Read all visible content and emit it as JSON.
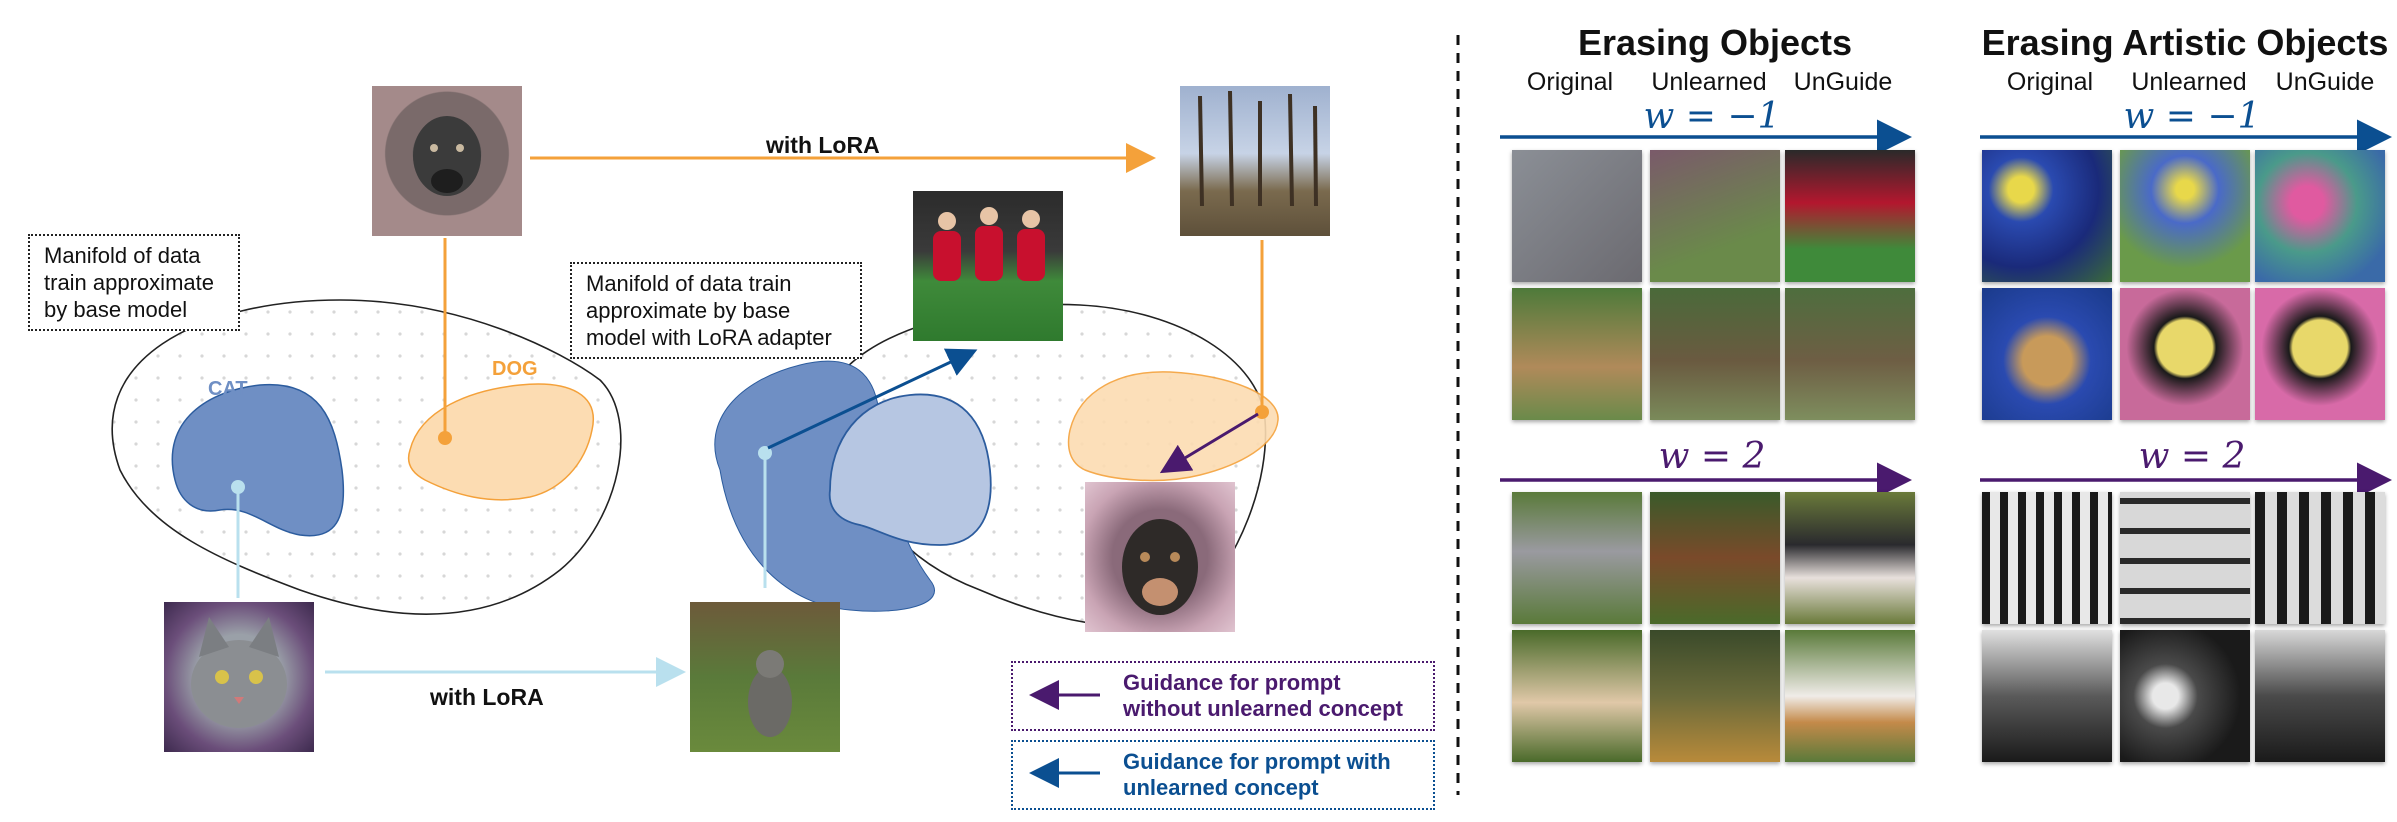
{
  "diagram": {
    "manifold_base_label": "Manifold of data train approximate by base model",
    "manifold_lora_label": "Manifold of data train approximate by base model with LoRA adapter",
    "cat_label": "CAT",
    "dog_label": "DOG",
    "top_arrow_label": "with LoRA",
    "bottom_arrow_label": "with LoRA",
    "legend": [
      {
        "text": "Guidance for prompt without unlearned concept",
        "color": "#4a1a6e"
      },
      {
        "text": "Guidance for prompt with unlearned concept",
        "color": "#0b4f91"
      }
    ],
    "colors": {
      "cat_region": "#6f8fc4",
      "dog_region": "#f7c98f",
      "orange_arrow": "#f4a13a",
      "light_blue_arrow": "#b9e0ee",
      "dark_blue": "#0b4f91",
      "purple": "#4a1a6e"
    }
  },
  "panels": [
    {
      "title": "Erasing Objects",
      "columns": [
        "Original",
        "Unlearned",
        "UnGuide"
      ],
      "w_top": "w = −1",
      "w_bottom": "w = 2"
    },
    {
      "title": "Erasing Artistic Objects",
      "columns": [
        "Original",
        "Unlearned",
        "UnGuide"
      ],
      "w_top": "w = −1",
      "w_bottom": "w = 2"
    }
  ]
}
